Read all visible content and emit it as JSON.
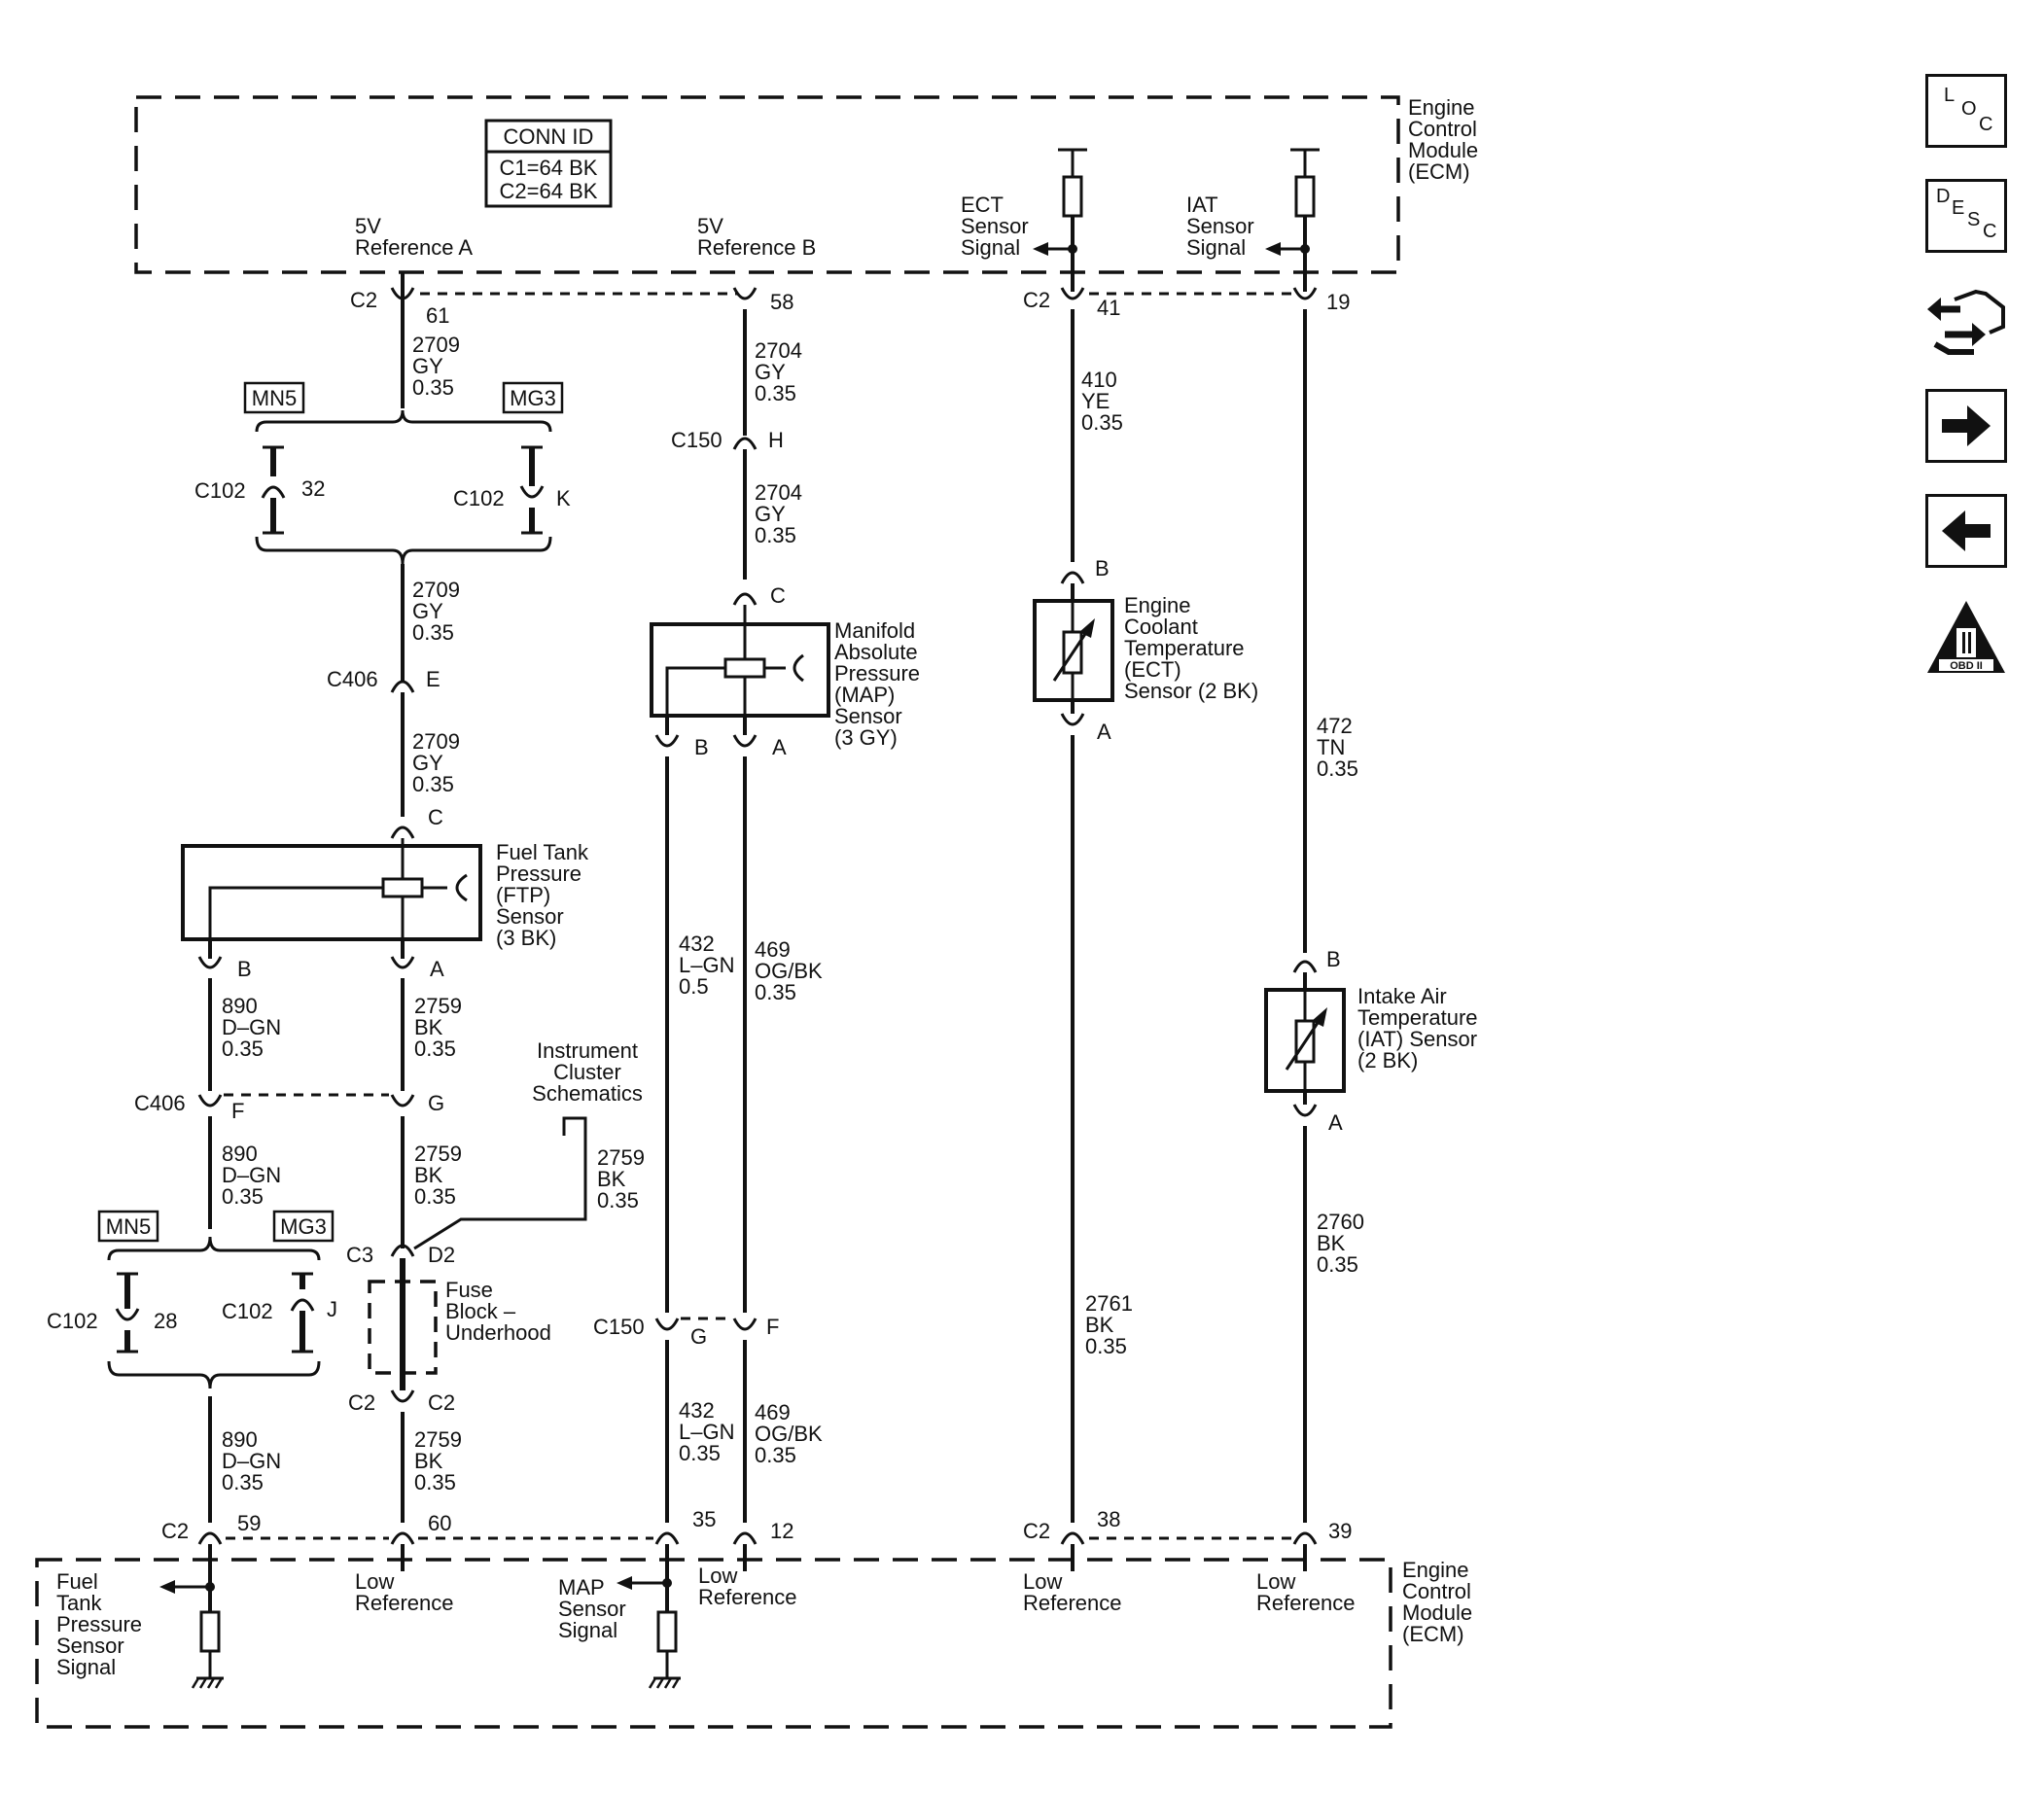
{
  "ecm_label": [
    "Engine",
    "Control",
    "Module",
    "(ECM)"
  ],
  "conn_id": {
    "title": "CONN ID",
    "lines": [
      "C1=64 BK",
      "C2=64 BK"
    ]
  },
  "ecm_top": {
    "ref_a": [
      "5V",
      "Reference A"
    ],
    "ref_b": [
      "5V",
      "Reference B"
    ],
    "ect_signal": [
      "ECT",
      "Sensor",
      "Signal"
    ],
    "iat_signal": [
      "IAT",
      "Sensor",
      "Signal"
    ]
  },
  "ecm_bottom": {
    "ftp_signal": [
      "Fuel",
      "Tank",
      "Pressure",
      "Sensor",
      "Signal"
    ],
    "low_ref_1": [
      "Low",
      "Reference"
    ],
    "map_signal": [
      "MAP",
      "Sensor",
      "Signal"
    ],
    "low_ref_2": [
      "Low",
      "Reference"
    ],
    "low_ref_3": [
      "Low",
      "Reference"
    ],
    "low_ref_4": [
      "Low",
      "Reference"
    ]
  },
  "connectors": {
    "c2": "C2",
    "c102": "C102",
    "c150": "C150",
    "c406": "C406",
    "c3": "C3",
    "pins": {
      "p61": "61",
      "p58": "58",
      "p41": "41",
      "p19": "19",
      "p32": "32",
      "pK": "K",
      "pH": "H",
      "pC": "C",
      "pE": "E",
      "pB": "B",
      "pA": "A",
      "pF": "F",
      "pG": "G",
      "pD2": "D2",
      "p28": "28",
      "pJ": "J",
      "p59": "59",
      "p60": "60",
      "p35": "35",
      "p12": "12",
      "p38": "38",
      "p39": "39"
    }
  },
  "options": {
    "mn5": "MN5",
    "mg3": "MG3"
  },
  "wires": {
    "w2709": [
      "2709",
      "GY",
      "0.35"
    ],
    "w2704": [
      "2704",
      "GY",
      "0.35"
    ],
    "w410": [
      "410",
      "YE",
      "0.35"
    ],
    "w472": [
      "472",
      "TN",
      "0.35"
    ],
    "w432a": [
      "432",
      "L–GN",
      "0.5"
    ],
    "w432b": [
      "432",
      "L–GN",
      "0.35"
    ],
    "w469": [
      "469",
      "OG/BK",
      "0.35"
    ],
    "w890": [
      "890",
      "D–GN",
      "0.35"
    ],
    "w2759": [
      "2759",
      "BK",
      "0.35"
    ],
    "w2761": [
      "2761",
      "BK",
      "0.35"
    ],
    "w2760": [
      "2760",
      "BK",
      "0.35"
    ]
  },
  "components": {
    "map": [
      "Manifold",
      "Absolute",
      "Pressure",
      "(MAP)",
      "Sensor",
      "(3 GY)"
    ],
    "ect": [
      "Engine",
      "Coolant",
      "Temperature",
      "(ECT)",
      "Sensor (2 BK)"
    ],
    "ftp": [
      "Fuel Tank",
      "Pressure",
      "(FTP)",
      "Sensor",
      "(3 BK)"
    ],
    "iat": [
      "Intake Air",
      "Temperature",
      "(IAT) Sensor",
      "(2 BK)"
    ],
    "instrument": [
      "Instrument",
      "Cluster",
      "Schematics"
    ],
    "fuse_block": [
      "Fuse",
      "Block –",
      "Underhood"
    ]
  },
  "side_icons": {
    "loc": [
      "L",
      "O",
      "C"
    ],
    "desc": [
      "D",
      "E",
      "S",
      "C"
    ],
    "obd": "OBD II"
  }
}
